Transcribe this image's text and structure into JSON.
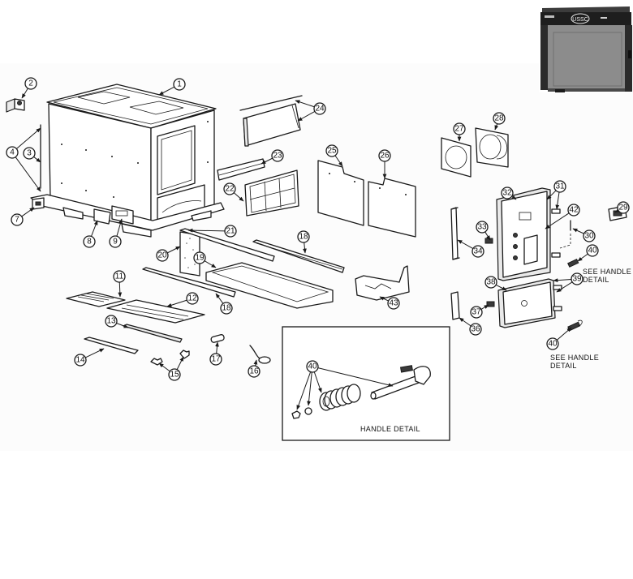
{
  "diagram": {
    "kind": "exploded-parts-diagram",
    "colors": {
      "ink": "#1a1a1a",
      "paper": "#ffffff",
      "photo_panel": "#2b2b2b",
      "photo_grille": "#8c8c8c"
    },
    "product_photo": {
      "logo_text": "USSC"
    },
    "parts": [
      {
        "id": "1",
        "label": "1"
      },
      {
        "id": "2",
        "label": "2"
      },
      {
        "id": "3",
        "label": "3"
      },
      {
        "id": "4",
        "label": "4"
      },
      {
        "id": "7",
        "label": "7"
      },
      {
        "id": "8",
        "label": "8"
      },
      {
        "id": "9",
        "label": "9"
      },
      {
        "id": "11",
        "label": "11"
      },
      {
        "id": "12",
        "label": "12"
      },
      {
        "id": "13",
        "label": "13"
      },
      {
        "id": "14",
        "label": "14"
      },
      {
        "id": "15",
        "label": "15"
      },
      {
        "id": "16",
        "label": "16"
      },
      {
        "id": "17",
        "label": "17"
      },
      {
        "id": "18a",
        "label": "18"
      },
      {
        "id": "18b",
        "label": "18"
      },
      {
        "id": "19",
        "label": "19"
      },
      {
        "id": "20",
        "label": "20"
      },
      {
        "id": "21",
        "label": "21"
      },
      {
        "id": "22",
        "label": "22"
      },
      {
        "id": "23",
        "label": "23"
      },
      {
        "id": "24",
        "label": "24"
      },
      {
        "id": "25",
        "label": "25"
      },
      {
        "id": "26",
        "label": "26"
      },
      {
        "id": "27",
        "label": "27"
      },
      {
        "id": "28",
        "label": "28"
      },
      {
        "id": "29",
        "label": "29"
      },
      {
        "id": "30",
        "label": "30"
      },
      {
        "id": "31",
        "label": "31"
      },
      {
        "id": "32",
        "label": "32"
      },
      {
        "id": "33",
        "label": "33"
      },
      {
        "id": "34",
        "label": "34"
      },
      {
        "id": "36",
        "label": "36"
      },
      {
        "id": "37",
        "label": "37"
      },
      {
        "id": "38",
        "label": "38"
      },
      {
        "id": "39",
        "label": "39"
      },
      {
        "id": "40a",
        "label": "40"
      },
      {
        "id": "40b",
        "label": "40"
      },
      {
        "id": "40c",
        "label": "40"
      },
      {
        "id": "42",
        "label": "42"
      },
      {
        "id": "43",
        "label": "43"
      }
    ],
    "notes": {
      "see_handle_1": "SEE HANDLE",
      "detail_1": "DETAIL",
      "see_handle_2": "SEE HANDLE",
      "detail_2": "DETAIL"
    },
    "handle_detail": {
      "title": "HANDLE DETAIL"
    }
  }
}
